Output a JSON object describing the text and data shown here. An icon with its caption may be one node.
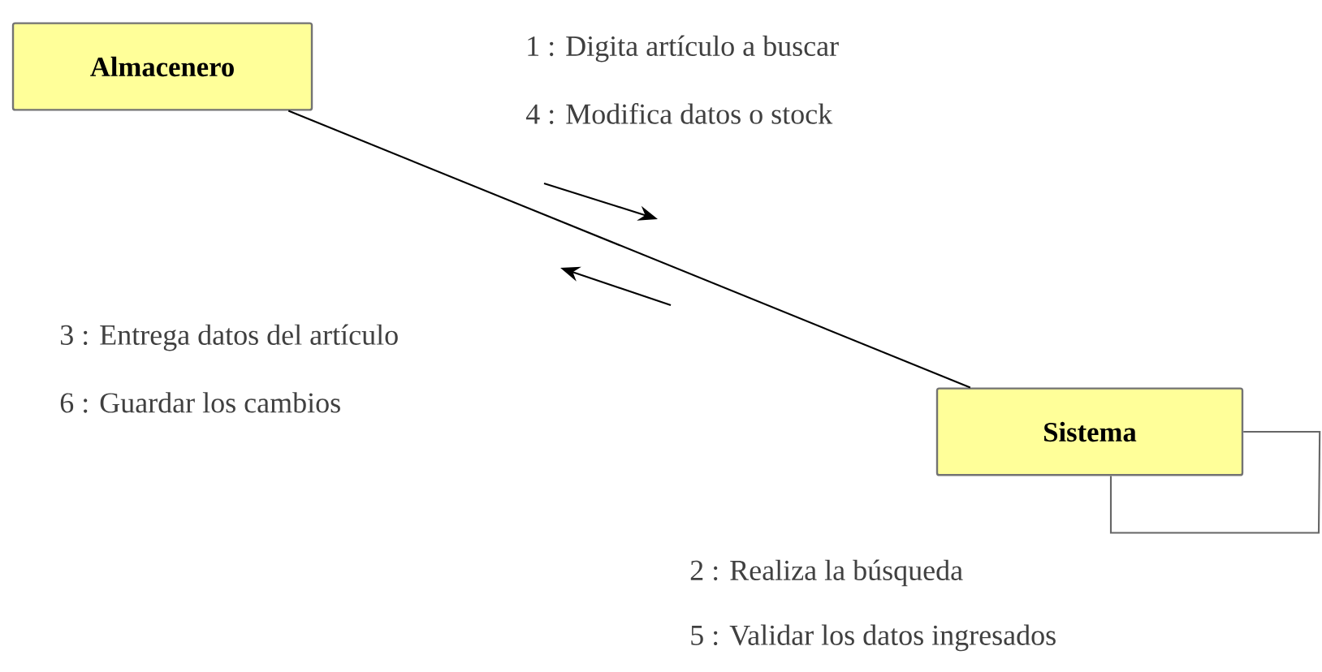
{
  "diagram": {
    "nodes": [
      {
        "text": [
          "Almacenero"
        ]
      },
      {
        "text": [
          "Sistema"
        ]
      }
    ],
    "edges": [
      {
        "from": 0,
        "to": 1,
        "arrow": "none"
      },
      {
        "from": 1,
        "to": 1,
        "arrow": "none",
        "color": "#666666"
      }
    ],
    "labels": [
      "1 : Digita artículo a buscar",
      "4 : Modifica datos o stock",
      "3 : Entrega datos del artículo",
      "6 : Guardar los cambios",
      "2 : Realiza la búsqueda",
      "5 : Validar los datos ingresados"
    ]
  }
}
